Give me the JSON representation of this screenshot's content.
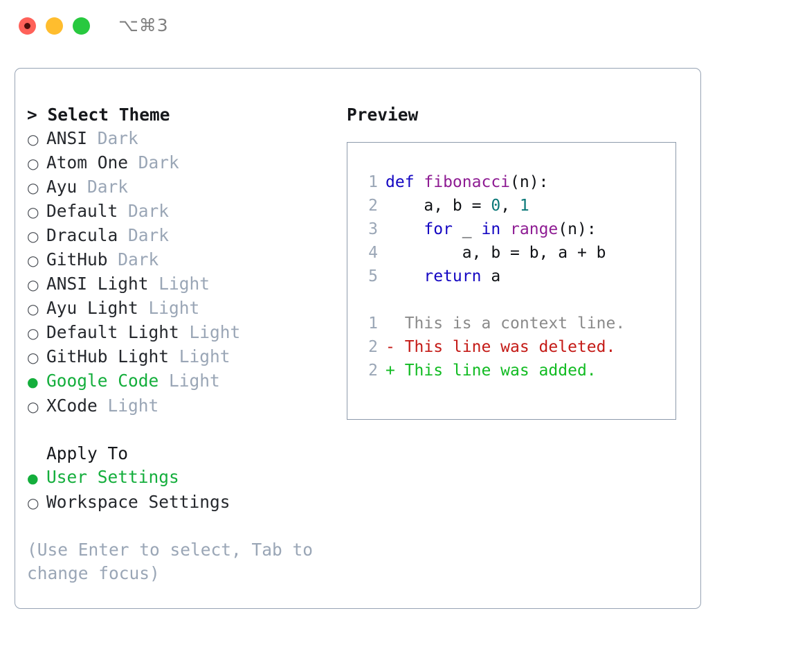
{
  "window": {
    "shortcut": "⌥⌘3",
    "traffic_lights": [
      {
        "name": "close",
        "color": "#ff6159"
      },
      {
        "name": "minimize",
        "color": "#ffbd2e"
      },
      {
        "name": "maximize",
        "color": "#28c93f"
      }
    ]
  },
  "left": {
    "heading": "> Select Theme",
    "themes": [
      {
        "bullet": "○",
        "name": "ANSI",
        "tag": "Dark",
        "selected": false
      },
      {
        "bullet": "○",
        "name": "Atom One",
        "tag": "Dark",
        "selected": false
      },
      {
        "bullet": "○",
        "name": "Ayu",
        "tag": "Dark",
        "selected": false
      },
      {
        "bullet": "○",
        "name": "Default",
        "tag": "Dark",
        "selected": false
      },
      {
        "bullet": "○",
        "name": "Dracula",
        "tag": "Dark",
        "selected": false
      },
      {
        "bullet": "○",
        "name": "GitHub",
        "tag": "Dark",
        "selected": false
      },
      {
        "bullet": "○",
        "name": "ANSI Light",
        "tag": "Light",
        "selected": false
      },
      {
        "bullet": "○",
        "name": "Ayu Light",
        "tag": "Light",
        "selected": false
      },
      {
        "bullet": "○",
        "name": "Default Light",
        "tag": "Light",
        "selected": false
      },
      {
        "bullet": "○",
        "name": "GitHub Light",
        "tag": "Light",
        "selected": false
      },
      {
        "bullet": "●",
        "name": "Google Code",
        "tag": "Light",
        "selected": true
      },
      {
        "bullet": "○",
        "name": "XCode",
        "tag": "Light",
        "selected": false
      }
    ],
    "apply_heading": "Apply To",
    "apply_options": [
      {
        "bullet": "●",
        "name": "User Settings",
        "selected": true
      },
      {
        "bullet": "○",
        "name": "Workspace Settings",
        "selected": false
      }
    ],
    "hint": "(Use Enter to select, Tab to change focus)"
  },
  "right": {
    "heading": "Preview",
    "code_lines": [
      {
        "n": "1",
        "tokens": [
          {
            "t": "def ",
            "c": "kw"
          },
          {
            "t": "fibonacci",
            "c": "fn"
          },
          {
            "t": "(n):",
            "c": "pl"
          }
        ]
      },
      {
        "n": "2",
        "tokens": [
          {
            "t": "    a, b = ",
            "c": "pl"
          },
          {
            "t": "0",
            "c": "num"
          },
          {
            "t": ", ",
            "c": "pl"
          },
          {
            "t": "1",
            "c": "num"
          }
        ]
      },
      {
        "n": "3",
        "tokens": [
          {
            "t": "    ",
            "c": "pl"
          },
          {
            "t": "for",
            "c": "kw"
          },
          {
            "t": " _ ",
            "c": "pl"
          },
          {
            "t": "in",
            "c": "kw"
          },
          {
            "t": " ",
            "c": "pl"
          },
          {
            "t": "range",
            "c": "fn"
          },
          {
            "t": "(n):",
            "c": "pl"
          }
        ]
      },
      {
        "n": "4",
        "tokens": [
          {
            "t": "        a, b = b, a + b",
            "c": "pl"
          }
        ]
      },
      {
        "n": "5",
        "tokens": [
          {
            "t": "    ",
            "c": "pl"
          },
          {
            "t": "return",
            "c": "kw"
          },
          {
            "t": " a",
            "c": "pl"
          }
        ]
      }
    ],
    "diff_lines": [
      {
        "n": "1",
        "text": "  This is a context line.",
        "kind": "ctx"
      },
      {
        "n": "2",
        "text": "- This line was deleted.",
        "kind": "del"
      },
      {
        "n": "2",
        "text": "+ This line was added.",
        "kind": "add"
      }
    ]
  },
  "colors": {
    "selected": "#14ae3c",
    "muted": "#9aa6b6",
    "keyword": "#1406c2",
    "function": "#8e1c93",
    "number": "#0a7878",
    "diff_deleted": "#c41a16",
    "diff_added": "#11bb22",
    "border": "#97a3b4"
  }
}
